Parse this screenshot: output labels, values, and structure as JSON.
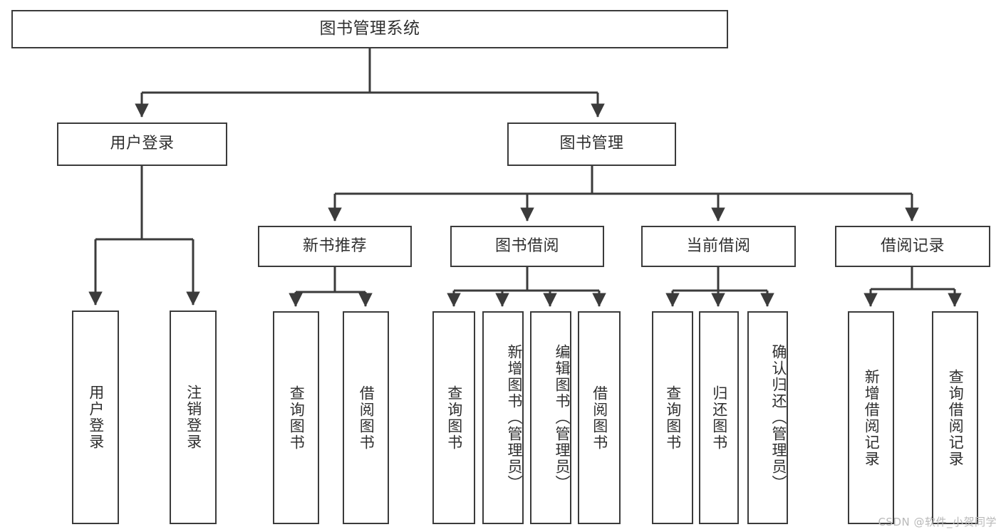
{
  "diagram": {
    "type": "tree",
    "title": "图书管理系统",
    "line_color": "#3b3b3b",
    "box_fill": "#ffffff",
    "text_color": "#2f2f2f",
    "background": "#ffffff",
    "root": {
      "id": "root",
      "label": "图书管理系统",
      "orientation": "horizontal"
    },
    "level2": [
      {
        "id": "user-login",
        "label": "用户登录",
        "orientation": "horizontal"
      },
      {
        "id": "book-manage",
        "label": "图书管理",
        "orientation": "horizontal"
      }
    ],
    "level3": [
      {
        "id": "new-book-recommend",
        "label": "新书推荐",
        "orientation": "horizontal",
        "parent": "book-manage"
      },
      {
        "id": "book-borrow",
        "label": "图书借阅",
        "orientation": "horizontal",
        "parent": "book-manage"
      },
      {
        "id": "current-borrow",
        "label": "当前借阅",
        "orientation": "horizontal",
        "parent": "book-manage"
      },
      {
        "id": "borrow-record",
        "label": "借阅记录",
        "orientation": "horizontal",
        "parent": "book-manage"
      }
    ],
    "leaves": [
      {
        "id": "leaf-user-login",
        "label": "用户登录",
        "parent": "user-login",
        "orientation": "vertical"
      },
      {
        "id": "leaf-user-logout",
        "label": "注销登录",
        "parent": "user-login",
        "orientation": "vertical"
      },
      {
        "id": "leaf-query-book-1",
        "label": "查询图书",
        "parent": "new-book-recommend",
        "orientation": "vertical"
      },
      {
        "id": "leaf-borrow-book-1",
        "label": "借阅图书",
        "parent": "new-book-recommend",
        "orientation": "vertical"
      },
      {
        "id": "leaf-query-book-2",
        "label": "查询图书",
        "parent": "book-borrow",
        "orientation": "vertical"
      },
      {
        "id": "leaf-add-book",
        "label": "新增图书（管理员）",
        "parent": "book-borrow",
        "orientation": "vertical"
      },
      {
        "id": "leaf-edit-book",
        "label": "编辑图书（管理员）",
        "parent": "book-borrow",
        "orientation": "vertical"
      },
      {
        "id": "leaf-borrow-book-2",
        "label": "借阅图书",
        "parent": "book-borrow",
        "orientation": "vertical"
      },
      {
        "id": "leaf-query-book-3",
        "label": "查询图书",
        "parent": "current-borrow",
        "orientation": "vertical"
      },
      {
        "id": "leaf-return-book",
        "label": "归还图书",
        "parent": "current-borrow",
        "orientation": "vertical"
      },
      {
        "id": "leaf-confirm-return",
        "label": "确认归还（管理员）",
        "parent": "current-borrow",
        "orientation": "vertical"
      },
      {
        "id": "leaf-add-record",
        "label": "新增借阅记录",
        "parent": "borrow-record",
        "orientation": "vertical"
      },
      {
        "id": "leaf-query-record",
        "label": "查询借阅记录",
        "parent": "borrow-record",
        "orientation": "vertical"
      }
    ]
  },
  "watermark": {
    "text": "CSDN @软件_小贺同学"
  }
}
